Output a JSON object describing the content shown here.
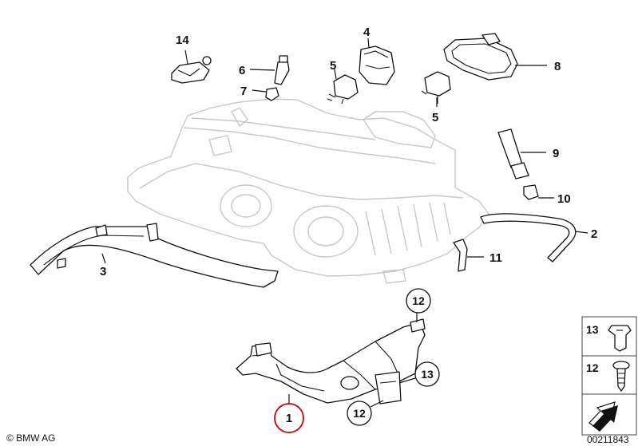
{
  "callouts": [
    {
      "id": "c14",
      "label": "14"
    },
    {
      "id": "c4",
      "label": "4"
    },
    {
      "id": "c6",
      "label": "6"
    },
    {
      "id": "c7",
      "label": "7"
    },
    {
      "id": "c5a",
      "label": "5"
    },
    {
      "id": "c5b",
      "label": "5"
    },
    {
      "id": "c8",
      "label": "8"
    },
    {
      "id": "c9",
      "label": "9"
    },
    {
      "id": "c10",
      "label": "10"
    },
    {
      "id": "c2",
      "label": "2"
    },
    {
      "id": "c3",
      "label": "3"
    },
    {
      "id": "c11",
      "label": "11"
    },
    {
      "id": "c12a",
      "label": "12"
    },
    {
      "id": "c13a",
      "label": "13"
    },
    {
      "id": "c12b",
      "label": "12"
    },
    {
      "id": "c1",
      "label": "1"
    }
  ],
  "legend": {
    "item1": "13",
    "item2": "12"
  },
  "footer": {
    "copyright": "© BMW AG",
    "diagram_number": "00211843"
  },
  "colors": {
    "highlight_circle": "#cc0000",
    "line": "#111111",
    "ghost": "#c8c8c8"
  }
}
